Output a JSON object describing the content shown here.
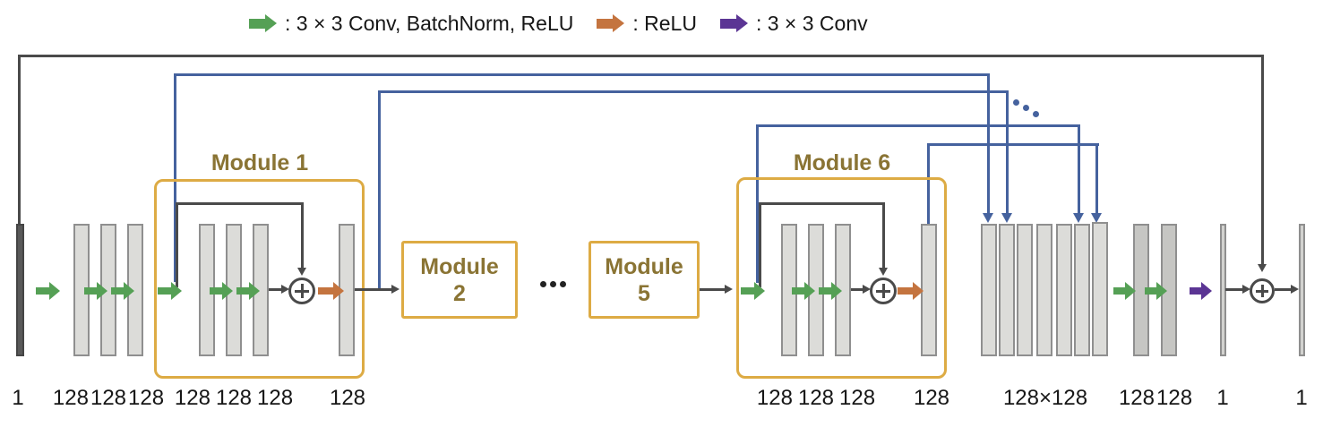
{
  "legend": {
    "items": [
      {
        "icon": "conv-bn-relu-arrow-icon",
        "label": ": 3 × 3 Conv, BatchNorm, ReLU"
      },
      {
        "icon": "relu-arrow-icon",
        "label": ": ReLU"
      },
      {
        "icon": "conv-arrow-icon",
        "label": ": 3 × 3 Conv"
      }
    ]
  },
  "modules": {
    "m1": "Module 1",
    "m2": [
      "Module",
      "2"
    ],
    "m5": [
      "Module",
      "5"
    ],
    "m6": "Module 6"
  },
  "dims": {
    "input": "1",
    "stack1": [
      "128",
      "128",
      "128"
    ],
    "module1_inner": [
      "128",
      "128",
      "128"
    ],
    "module1_out": "128",
    "module6_inner": [
      "128",
      "128",
      "128"
    ],
    "module6_out": "128",
    "concat": "128×128",
    "post_concat": [
      "128",
      "128"
    ],
    "residual": "1",
    "output": "1"
  },
  "icons": {
    "add": "plus-circle",
    "module_ellipsis": "horizontal-dots",
    "skip_ellipsis": "diagonal-dots"
  },
  "colors": {
    "conv_green": "#55a055",
    "relu_orange": "#c4743f",
    "conv_purple": "#5b3594",
    "skip_blue": "#45629e",
    "module_box_yellow": "#ddab44",
    "module_label_olive": "#8a7434",
    "line_dark": "#4a4a4a",
    "bar_fill": "#dcdcd9",
    "bar_border": "#8f8f8f",
    "input_bar_fill": "#595959"
  }
}
